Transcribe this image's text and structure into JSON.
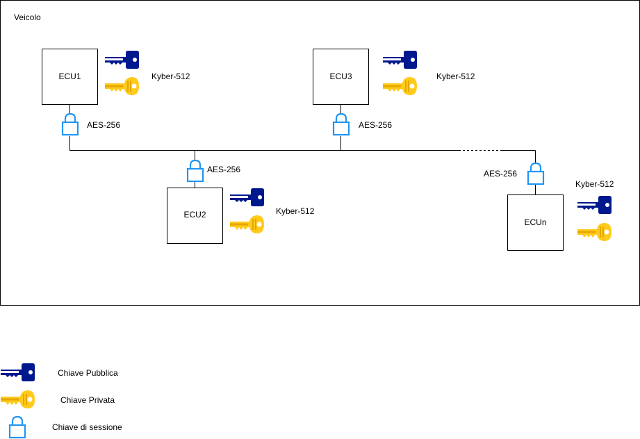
{
  "diagram": {
    "container_label": "Veicolo",
    "ecus": {
      "ecu1": {
        "label": "ECU1",
        "pq_label": "Kyber-512",
        "lock_label": "AES-256"
      },
      "ecu2": {
        "label": "ECU2",
        "pq_label": "Kyber-512",
        "lock_label": "AES-256"
      },
      "ecu3": {
        "label": "ECU3",
        "pq_label": "Kyber-512",
        "lock_label": "AES-256"
      },
      "ecun": {
        "label": "ECUn",
        "pq_label": "Kyber-512",
        "lock_label": "AES-256"
      }
    }
  },
  "legend": {
    "public_key": "Chiave Pubblica",
    "private_key": "Chiave Privata",
    "session_key": "Chiave di sessione"
  },
  "colors": {
    "public_key": "#00188D",
    "private_key": "#FFCA1A",
    "private_key_detail": "#E6A700",
    "lock": "#2196F3",
    "line": "#000000"
  },
  "icons": {
    "public_key": "key-icon",
    "private_key": "key-icon",
    "session_key": "lock-icon"
  }
}
